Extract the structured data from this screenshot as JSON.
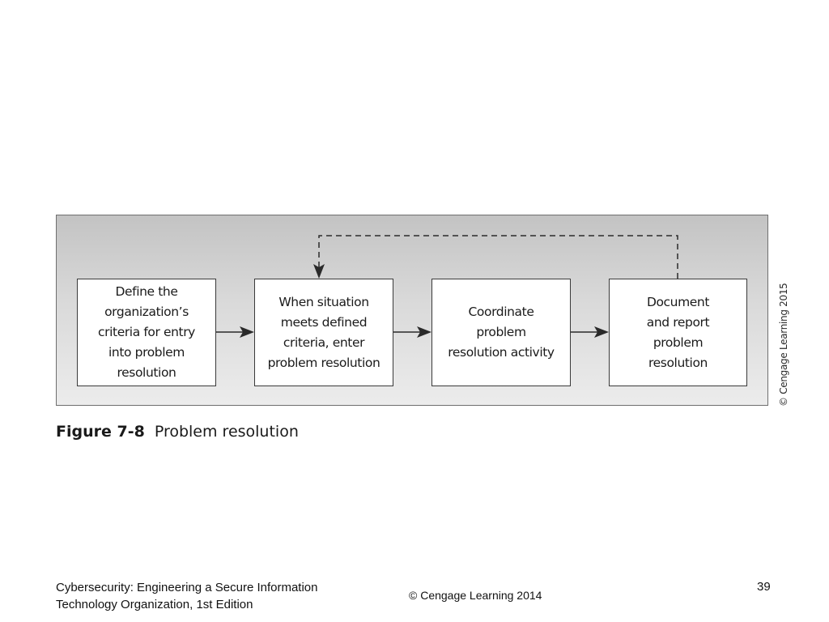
{
  "diagram": {
    "steps": [
      {
        "lines": [
          "Define the",
          "organization’s",
          "criteria for entry",
          "into problem",
          "resolution"
        ]
      },
      {
        "lines": [
          "When situation",
          "meets defined",
          "criteria, enter",
          "problem resolution"
        ]
      },
      {
        "lines": [
          "Coordinate",
          "problem",
          "resolution activity"
        ]
      },
      {
        "lines": [
          "Document",
          "and report",
          "problem",
          "resolution"
        ]
      }
    ],
    "side_credit": "© Cengage Learning 2015"
  },
  "caption": {
    "number": "Figure 7-8",
    "title": "Problem resolution"
  },
  "footer": {
    "book_title_line1": "Cybersecurity: Engineering a Secure Information",
    "book_title_line2": "Technology Organization, 1st Edition",
    "copyright": "© Cengage Learning  2014",
    "slide_number": "39"
  }
}
